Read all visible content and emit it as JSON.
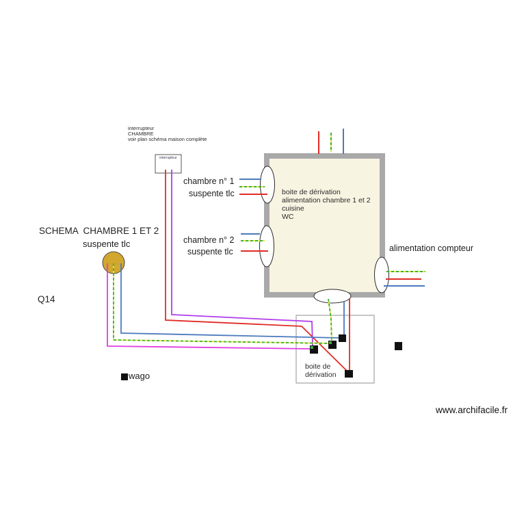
{
  "colors": {
    "wire_red": "#e12b24",
    "wire_blue": "#4a79bd",
    "wire_green_base": "#e4ec3f",
    "wire_green_dash": "#3fae3f",
    "wire_magenta": "#e13ce1",
    "wire_purple": "#b13ce8",
    "room_fill": "#f8f4e2",
    "room_border": "#a9a9a9",
    "box_border": "#8f8f8f",
    "ellipse_stroke": "#2a2a2a",
    "lamp_fill": "#d2a72e",
    "lamp_stroke": "#4a4a4a",
    "symbol_black": "#111111",
    "switch_stroke": "#555555"
  },
  "header_note": {
    "line1": "interrupteur",
    "line2": "CHAMBRE",
    "line3": "voir plan schéma maison complète"
  },
  "switch": {
    "label": "interrupteur"
  },
  "chambre1": {
    "label": "chambre n° 1",
    "sub": "suspente tlc"
  },
  "chambre2": {
    "label": "chambre n° 2",
    "sub": "suspente tlc"
  },
  "schema": {
    "title": "SCHEMA  CHAMBRE 1 ET 2",
    "sub": "suspente tlc"
  },
  "q14": {
    "label": "Q14"
  },
  "room": {
    "lines": [
      "boite de dérivation",
      "alimentation chambre 1 et 2",
      "cuisine",
      "WC"
    ]
  },
  "alimentation": {
    "label": "alimentation compteur"
  },
  "derivation_box": {
    "line1": "boite de",
    "line2": "dérivation"
  },
  "wago": {
    "label": "wago"
  },
  "watermark": {
    "label": "www.archifacile.fr"
  }
}
